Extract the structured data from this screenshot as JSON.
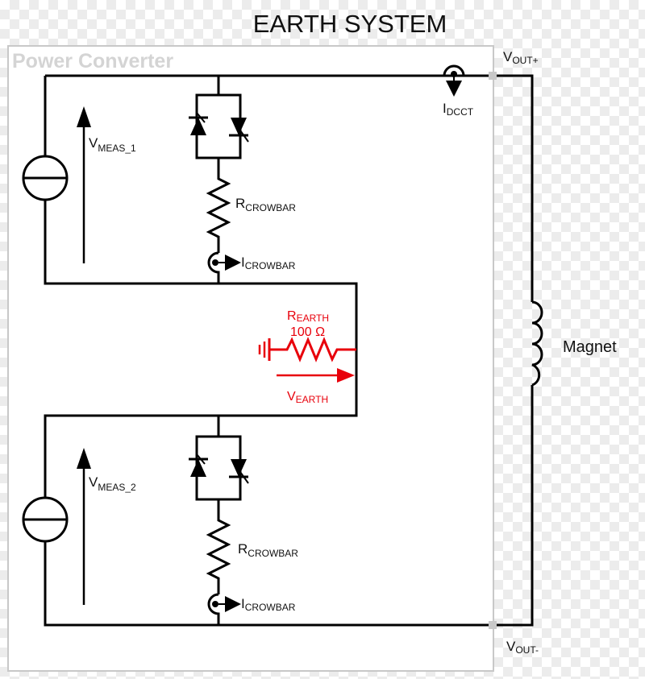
{
  "title": "EARTH SYSTEM",
  "box_label": "Power Converter",
  "vout_plus": {
    "main": "V",
    "sub": "OUT+"
  },
  "vout_minus": {
    "main": "V",
    "sub": "OUT-"
  },
  "idcct": {
    "main": "I",
    "sub": "DCCT"
  },
  "vmeas1": {
    "main": "V",
    "sub": "MEAS_1"
  },
  "vmeas2": {
    "main": "V",
    "sub": "MEAS_2"
  },
  "rcrowbar_top": {
    "main": "R",
    "sub": "CROWBAR"
  },
  "rcrowbar_bottom": {
    "main": "R",
    "sub": "CROWBAR"
  },
  "icrowbar_top": {
    "main": "I",
    "sub": "CROWBAR"
  },
  "icrowbar_bottom": {
    "main": "I",
    "sub": "CROWBAR"
  },
  "rearth": {
    "main": "R",
    "sub": "EARTH",
    "value": "100 Ω"
  },
  "vearth": {
    "main": "V",
    "sub": "EARTH"
  },
  "magnet_label": "Magnet",
  "colors": {
    "wire": "#000000",
    "earth": "#e8000b",
    "box_border": "#c8c8c8"
  }
}
